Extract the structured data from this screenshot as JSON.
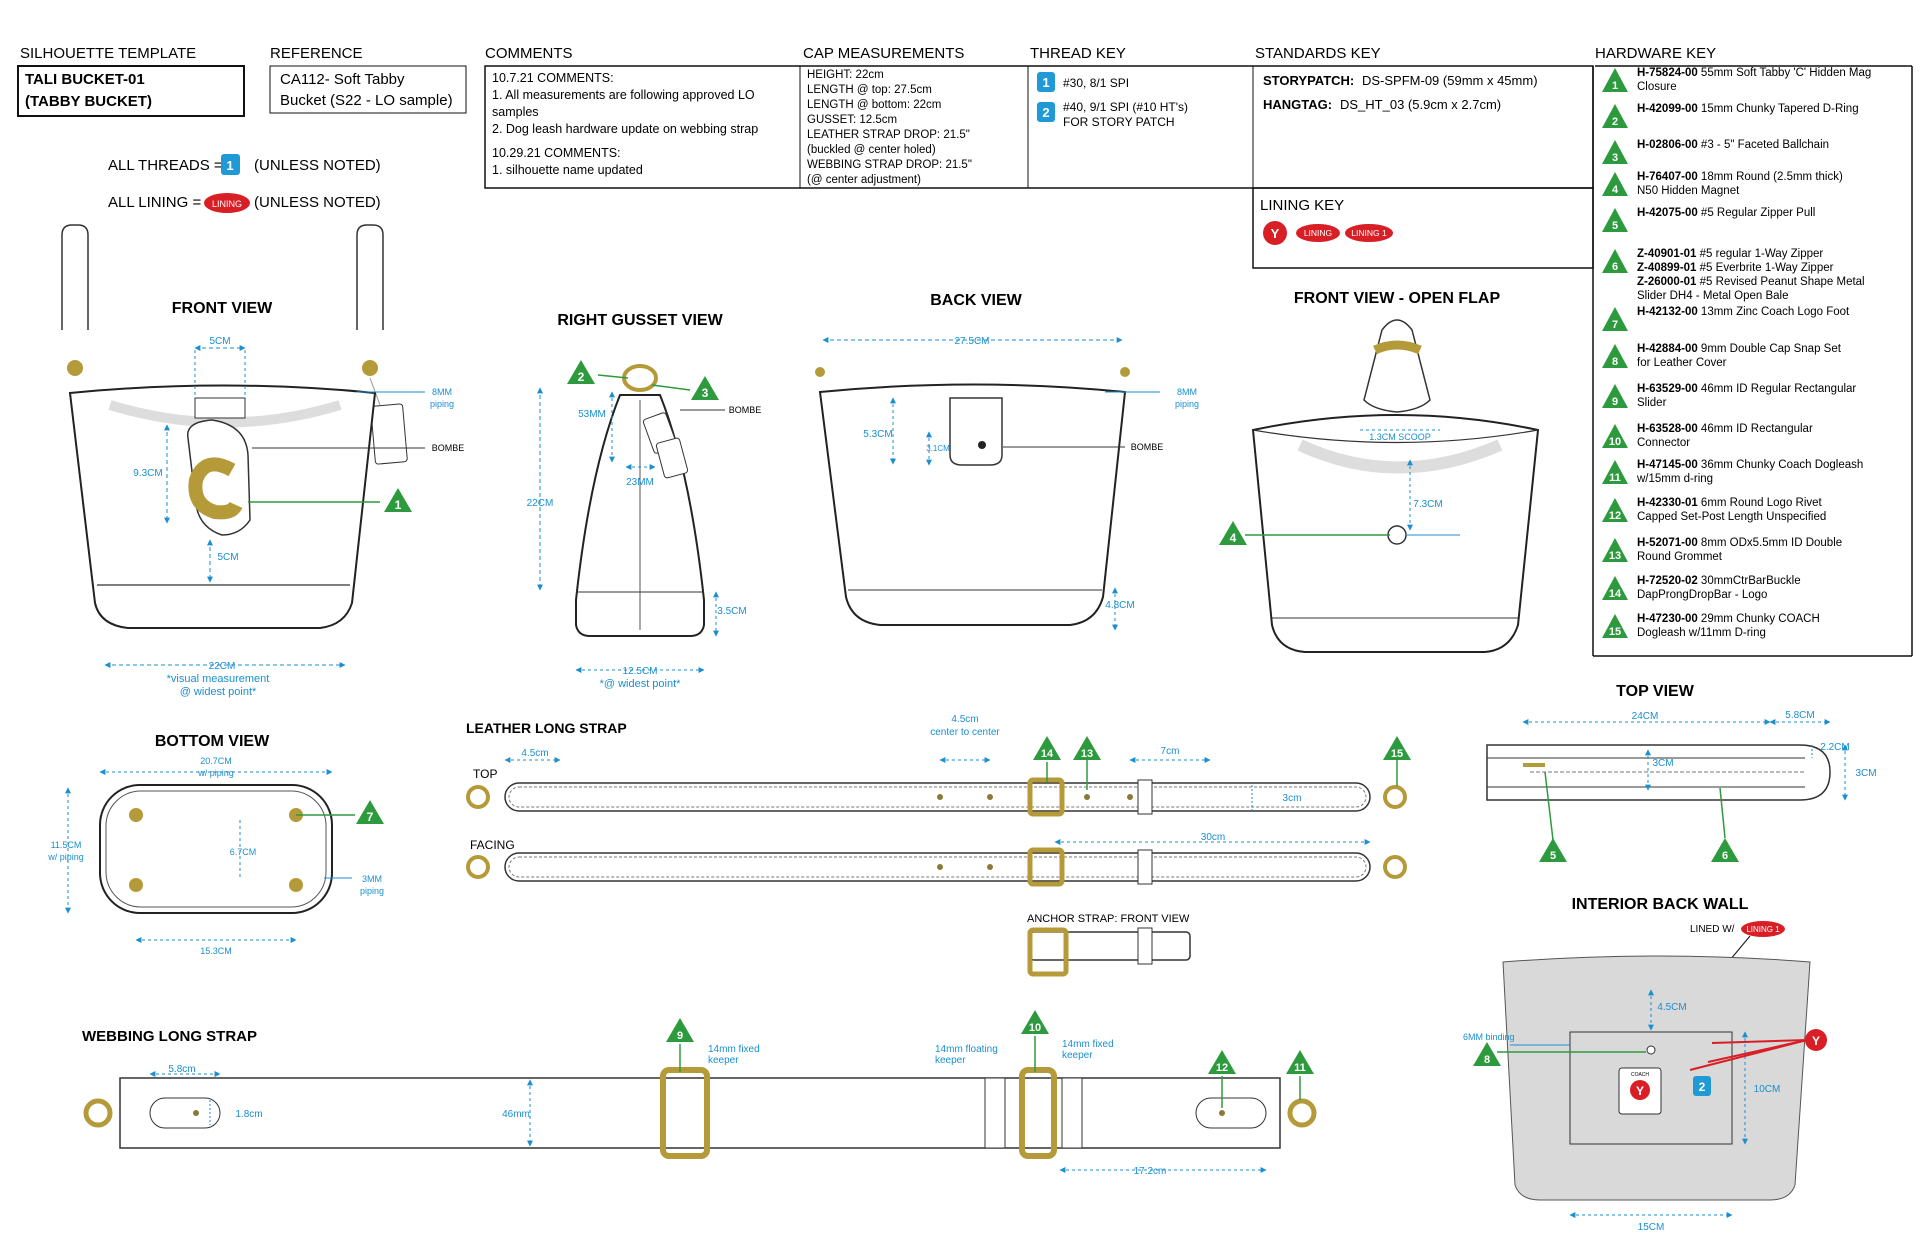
{
  "header": {
    "silhouette_label": "SILHOUETTE TEMPLATE",
    "silhouette_name_1": "TALI BUCKET-01",
    "silhouette_name_2": "(TABBY BUCKET)",
    "reference_label": "REFERENCE",
    "reference_1": "CA112- Soft Tabby",
    "reference_2": "Bucket (S22 - LO sample)",
    "comments_label": "COMMENTS",
    "comments": [
      "10.7.21 COMMENTS:",
      "1. All measurements are following approved LO",
      "samples",
      "2. Dog leash hardware update on webbing strap",
      "10.29.21 COMMENTS:",
      "1. silhouette name updated"
    ],
    "cap_label": "CAP MEASUREMENTS",
    "cap": [
      "HEIGHT: 22cm",
      "LENGTH @ top: 27.5cm",
      "LENGTH @ bottom: 22cm",
      "GUSSET: 12.5cm",
      "LEATHER STRAP DROP: 21.5\"",
      "(buckled @ center holed)",
      "WEBBING STRAP DROP: 21.5\"",
      "(@ center adjustment)"
    ],
    "thread_label": "THREAD KEY",
    "thread": [
      {
        "num": "1",
        "l1": "#30, 8/1 SPI",
        "l2": ""
      },
      {
        "num": "2",
        "l1": "#40, 9/1 SPI (#10 HT's)",
        "l2": "FOR STORY PATCH"
      }
    ],
    "standards_label": "STANDARDS KEY",
    "standards": [
      {
        "k": "STORYPATCH:",
        "v": "DS-SPFM-09 (59mm x 45mm)"
      },
      {
        "k": "HANGTAG:",
        "v": "DS_HT_03 (5.9cm x 2.7cm)"
      }
    ],
    "lining_label": "LINING KEY",
    "lining_y": "Y",
    "lining_a": "LINING",
    "lining_b": "LINING 1",
    "all_threads": "ALL THREADS =",
    "all_threads_num": "1",
    "unless_noted_1": "(UNLESS NOTED)",
    "all_lining": "ALL LINING =",
    "all_lining_badge": "LINING",
    "unless_noted_2": "(UNLESS NOTED)"
  },
  "hardware_label": "HARDWARE KEY",
  "hardware": [
    {
      "num": "1",
      "lines": [
        [
          "H-75824-00",
          " 55mm Soft Tabby 'C' Hidden Mag"
        ],
        [
          "",
          "Closure"
        ]
      ]
    },
    {
      "num": "2",
      "lines": [
        [
          "H-42099-00",
          " 15mm Chunky Tapered D-Ring"
        ]
      ]
    },
    {
      "num": "3",
      "lines": [
        [
          "H-02806-00",
          " #3 - 5\" Faceted Ballchain"
        ]
      ]
    },
    {
      "num": "4",
      "lines": [
        [
          "H-76407-00",
          " 18mm Round (2.5mm thick)"
        ],
        [
          "",
          "N50 Hidden Magnet"
        ]
      ]
    },
    {
      "num": "5",
      "lines": [
        [
          "H-42075-00",
          " #5 Regular Zipper Pull"
        ]
      ]
    },
    {
      "num": "6",
      "lines": [
        [
          "Z-40901-01",
          " #5 regular 1-Way Zipper"
        ],
        [
          "Z-40899-01",
          " #5 Everbrite 1-Way Zipper"
        ],
        [
          "Z-26000-01",
          " #5 Revised Peanut Shape Metal"
        ],
        [
          "",
          "Slider DH4 - Metal Open Bale"
        ]
      ]
    },
    {
      "num": "7",
      "lines": [
        [
          "H-42132-00",
          " 13mm Zinc Coach Logo Foot"
        ]
      ]
    },
    {
      "num": "8",
      "lines": [
        [
          "H-42884-00",
          " 9mm Double Cap Snap Set"
        ],
        [
          "",
          "for Leather Cover"
        ]
      ]
    },
    {
      "num": "9",
      "lines": [
        [
          "H-63529-00",
          " 46mm ID Regular Rectangular"
        ],
        [
          "",
          "Slider"
        ]
      ]
    },
    {
      "num": "10",
      "lines": [
        [
          "H-63528-00",
          " 46mm ID Rectangular"
        ],
        [
          "",
          "Connector"
        ]
      ]
    },
    {
      "num": "11",
      "lines": [
        [
          "H-47145-00",
          " 36mm Chunky Coach Dogleash"
        ],
        [
          "",
          "w/15mm d-ring"
        ]
      ]
    },
    {
      "num": "12",
      "lines": [
        [
          "H-42330-01",
          " 6mm Round Logo Rivet"
        ],
        [
          "",
          "Capped Set-Post Length Unspecified"
        ]
      ]
    },
    {
      "num": "13",
      "lines": [
        [
          "H-52071-00",
          " 8mm ODx5.5mm ID Double"
        ],
        [
          "",
          "Round Grommet"
        ]
      ]
    },
    {
      "num": "14",
      "lines": [
        [
          "H-72520-02",
          " 30mmCtrBarBuckle"
        ],
        [
          "",
          "DapProngDropBar - Logo"
        ]
      ]
    },
    {
      "num": "15",
      "lines": [
        [
          "H-47230-00",
          " 29mm Chunky COACH"
        ],
        [
          "",
          "Dogleash w/11mm D-ring"
        ]
      ]
    }
  ],
  "views": {
    "front": {
      "title": "FRONT VIEW",
      "m_5cm": "5CM",
      "m_93": "9.3CM",
      "m_5cm_b": "5CM",
      "m_22": "22CM",
      "piping": "8MM",
      "piping2": "piping",
      "bombe": "BOMBE",
      "note1": "*visual measurement",
      "note2": "@ widest point*",
      "callout": "1"
    },
    "gusset": {
      "title": "RIGHT GUSSET VIEW",
      "m_53": "53MM",
      "m_22": "22CM",
      "m_23": "23MM",
      "m_35": "3.5CM",
      "m_125": "12.5CM",
      "note": "*@ widest point*",
      "bombe": "BOMBE",
      "c2": "2",
      "c3": "3"
    },
    "back": {
      "title": "BACK VIEW",
      "m_275": "27.5CM",
      "m_53": "5.3CM",
      "m_31": "3.1CM",
      "m_48": "4.8CM",
      "piping": "8MM",
      "piping2": "piping",
      "bombe": "BOMBE"
    },
    "open": {
      "title": "FRONT VIEW - OPEN FLAP",
      "scoop": "1.3CM SCOOP",
      "m_73": "7.3CM",
      "callout": "4"
    },
    "bottom": {
      "title": "BOTTOM VIEW",
      "m_207": "20.7CM",
      "m_207b": "w/ piping",
      "m_115": "11.5CM",
      "m_115b": "w/ piping",
      "m_67": "6.7CM",
      "m_153": "15.3CM",
      "m_3mm": "3MM",
      "m_3mmb": "piping",
      "callout": "7"
    },
    "leather": {
      "title": "LEATHER LONG STRAP",
      "top": "TOP",
      "facing": "FACING",
      "m_45": "4.5cm",
      "m_45c": "4.5cm",
      "m_45c2": "center to center",
      "m_7": "7cm",
      "m_3": "3cm",
      "m_30": "30cm",
      "c14": "14",
      "c13": "13",
      "c15": "15",
      "anchor": "ANCHOR STRAP: FRONT VIEW"
    },
    "webbing": {
      "title": "WEBBING LONG STRAP",
      "m_58": "5.8cm",
      "m_18": "1.8cm",
      "m_46": "46mm",
      "m_172": "17.2cm",
      "k9a": "14mm fixed",
      "k9b": "keeper",
      "k10a": "14mm floating",
      "k10b": "keeper",
      "k10c": "14mm fixed",
      "k10d": "keeper",
      "c9": "9",
      "c10": "10",
      "c12": "12",
      "c11": "11"
    },
    "top": {
      "title": "TOP VIEW",
      "m_24": "24CM",
      "m_58": "5.8CM",
      "m_22": "2.2CM",
      "m_3": "3CM",
      "m_3b": "3CM",
      "c5": "5",
      "c6": "6"
    },
    "interior": {
      "title": "INTERIOR BACK WALL",
      "lined": "LINED W/",
      "lining1": "LINING 1",
      "m_45": "4.5CM",
      "m_10": "10CM",
      "m_15": "15CM",
      "binding": "6MM binding",
      "c8": "8",
      "y": "Y",
      "y2": "Y",
      "thread2": "2",
      "patch": "COACH"
    }
  },
  "colors": {
    "dim": "#1a8fd0",
    "green": "#2e9a3e",
    "red": "#d81f26",
    "blue": "#1f9ad6",
    "gold": "#b59a3a"
  }
}
